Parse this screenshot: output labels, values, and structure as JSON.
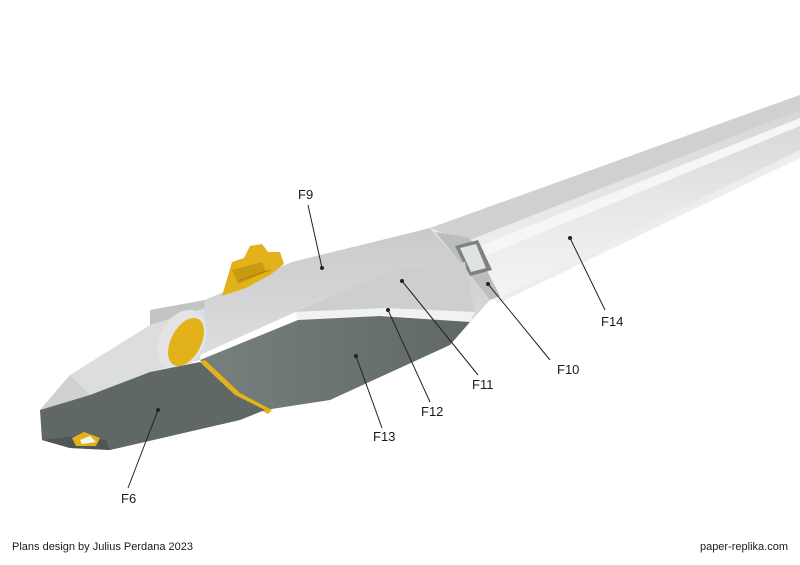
{
  "labels": {
    "f9": "F9",
    "f10": "F10",
    "f11": "F11",
    "f12": "F12",
    "f13": "F13",
    "f14": "F14",
    "f6": "F6"
  },
  "footer": {
    "credit": "Plans design by Julius Perdana 2023",
    "site": "paper-replika.com"
  },
  "colors": {
    "hull_light": "#d9dadb",
    "hull_mid": "#c7c8ca",
    "hull_dark_panel": "#6d7674",
    "panel_edge": "#4f5654",
    "accent_gold": "#e3b21b",
    "white_panel": "#f2f2f2"
  }
}
